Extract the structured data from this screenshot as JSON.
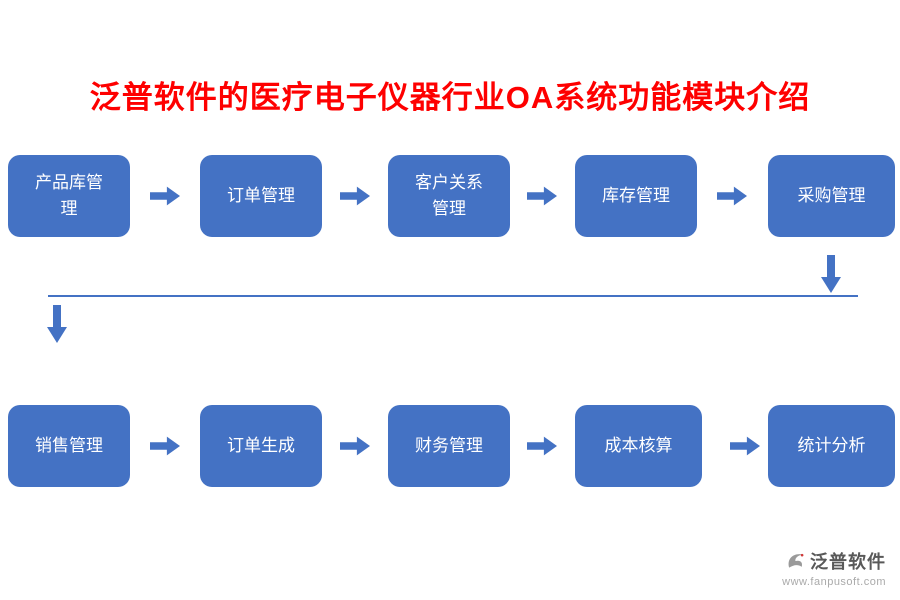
{
  "title": "泛普软件的医疗电子仪器行业OA系统功能模块介绍",
  "flow": {
    "row1": [
      "产品库管理",
      "订单管理",
      "客户关系管理",
      "库存管理",
      "采购管理"
    ],
    "row2": [
      "销售管理",
      "订单生成",
      "财务管理",
      "成本核算",
      "统计分析"
    ]
  },
  "footer": {
    "brand": "泛普软件",
    "website": "www.fanpusoft.com"
  },
  "colors": {
    "accent": "#4472C4",
    "title_red": "#FE0000",
    "brand_gray": "#595959"
  }
}
